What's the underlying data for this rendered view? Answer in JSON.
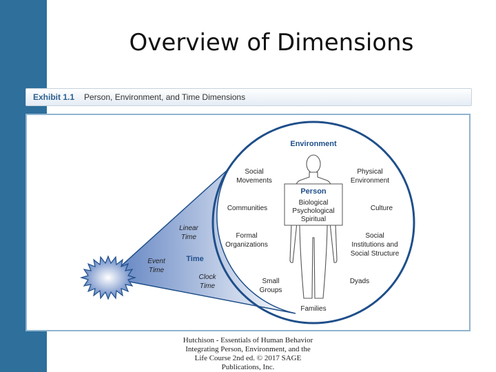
{
  "slide": {
    "title": "Overview of Dimensions",
    "accent_color": "#2e6f9c"
  },
  "exhibit": {
    "number": "Exhibit 1.1",
    "caption": "Person, Environment, and Time Dimensions"
  },
  "diagram": {
    "environment_label": "Environment",
    "person_label": "Person",
    "person_dimensions": [
      "Biological",
      "Psychological",
      "Spiritual"
    ],
    "environment_dimensions": {
      "social_movements": [
        "Social",
        "Movements"
      ],
      "physical_environment": [
        "Physical",
        "Environment"
      ],
      "communities": [
        "Communities"
      ],
      "culture": [
        "Culture"
      ],
      "formal_organizations": [
        "Formal",
        "Organizations"
      ],
      "social_institutions": [
        "Social",
        "Institutions and",
        "Social Structure"
      ],
      "small_groups": [
        "Small",
        "Groups"
      ],
      "dyads": [
        "Dyads"
      ],
      "families": [
        "Families"
      ]
    },
    "time_label": "Time",
    "time_dimensions": {
      "linear_time": [
        "Linear",
        "Time"
      ],
      "event_time": [
        "Event",
        "Time"
      ],
      "clock_time": [
        "Clock",
        "Time"
      ]
    },
    "colors": {
      "circle_stroke": "#1f4f8a",
      "cone_fill": "#5d80c0",
      "starburst_fill": "#5d80c0",
      "heading": "#1f4f8a"
    }
  },
  "footer": {
    "lines": [
      "Hutchison - Essentials of Human Behavior",
      "Integrating Person, Environment, and the",
      "Life Course 2nd ed. © 2017 SAGE",
      "Publications, Inc."
    ]
  }
}
